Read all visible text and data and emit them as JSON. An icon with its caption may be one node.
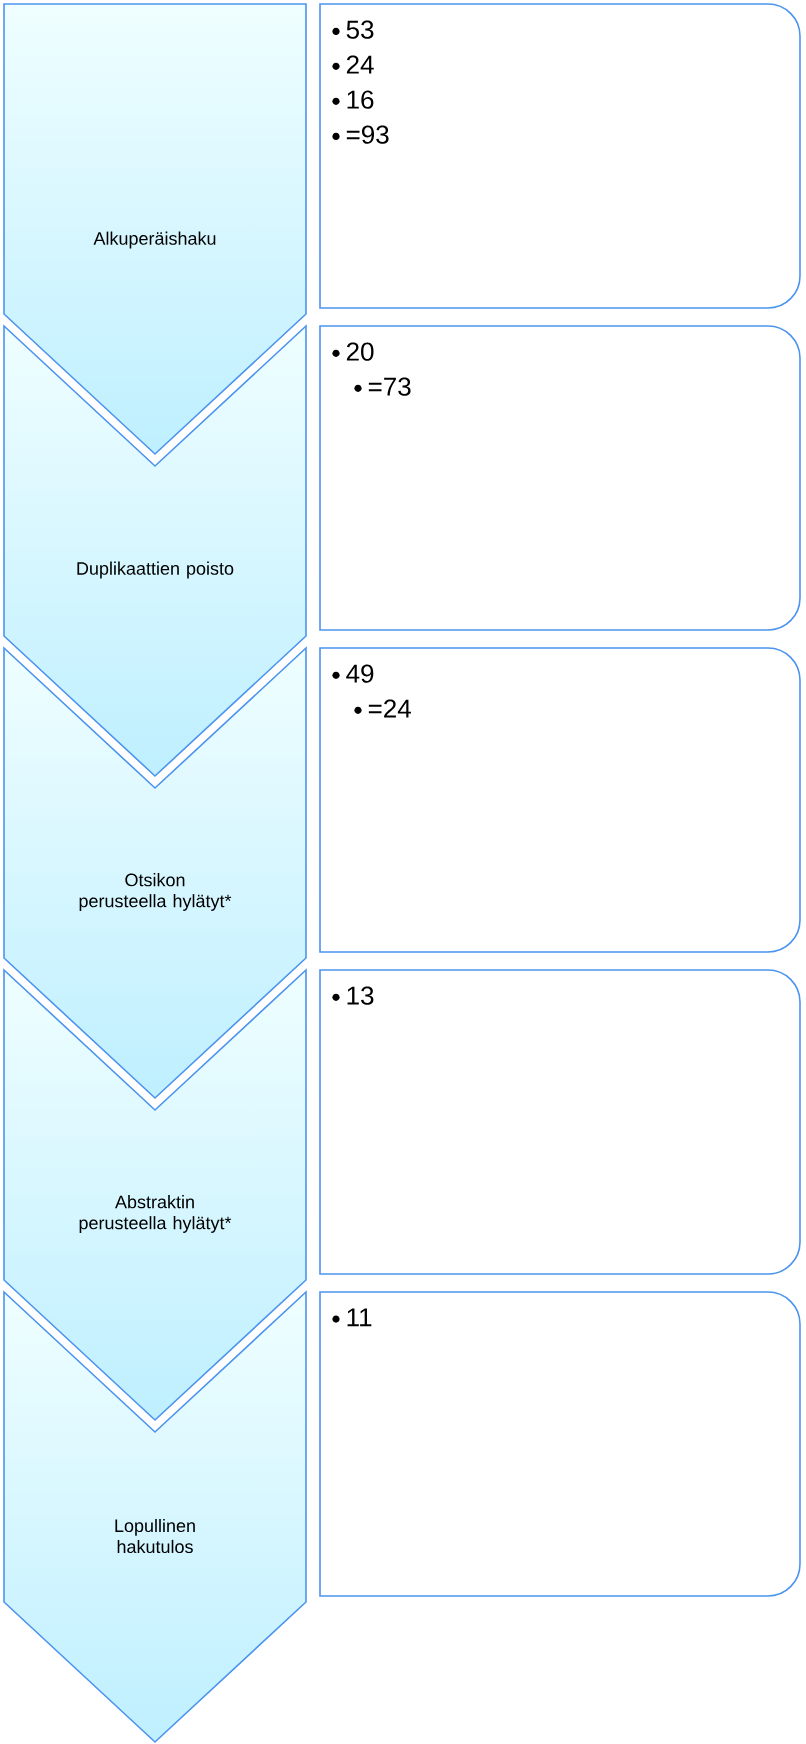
{
  "diagram": {
    "nodes": [
      {
        "text": [
          "Alkuperäishaku"
        ]
      },
      {
        "text": [
          "53",
          "24",
          "16",
          "=93"
        ]
      },
      {
        "text": [
          "Duplikaattien poisto"
        ]
      },
      {
        "text": [
          "20",
          "=73"
        ]
      },
      {
        "text": [
          "Otsikon perusteella hylätyt*"
        ]
      },
      {
        "text": [
          "49",
          "=24"
        ]
      },
      {
        "text": [
          "Abstraktin perusteella hylätyt*"
        ]
      },
      {
        "text": [
          "13"
        ]
      },
      {
        "text": [
          "Lopullinen hakutulos"
        ]
      },
      {
        "text": [
          "11"
        ]
      }
    ]
  }
}
